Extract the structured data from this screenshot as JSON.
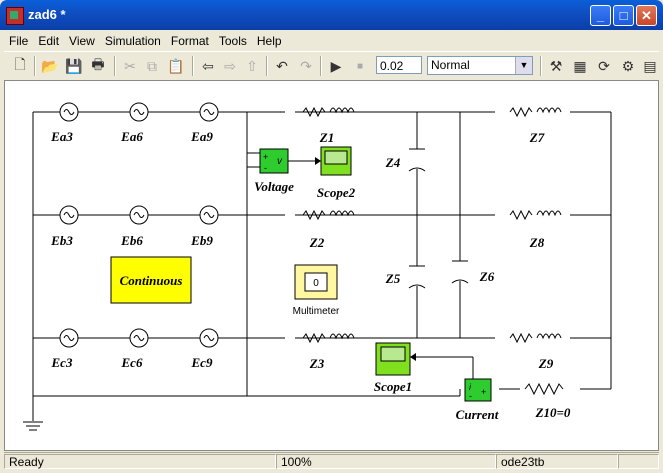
{
  "window": {
    "title": "zad6 *",
    "minimize": "_",
    "maximize": "□",
    "close": "✕"
  },
  "menu": [
    "File",
    "Edit",
    "View",
    "Simulation",
    "Format",
    "Tools",
    "Help"
  ],
  "toolbar": {
    "stop_time": "0.02",
    "sim_mode": "Normal"
  },
  "diagram": {
    "sources": [
      "Ea3",
      "Ea6",
      "Ea9",
      "Eb3",
      "Eb6",
      "Eb9",
      "Ec3",
      "Ec6",
      "Ec9"
    ],
    "impedances": [
      "Z1",
      "Z2",
      "Z3",
      "Z4",
      "Z5",
      "Z6",
      "Z7",
      "Z8",
      "Z9",
      "Z10=0"
    ],
    "voltage_label": "Voltage",
    "voltage_port": "v",
    "current_label": "Current",
    "current_port": "i",
    "scope2_label": "Scope2",
    "scope1_label": "Scope1",
    "continuous_label": "Continuous",
    "multimeter_label": "Multimeter",
    "multimeter_display": "0",
    "plus": "+",
    "minus": "-"
  },
  "status": {
    "state": "Ready",
    "zoom": "100%",
    "solver": "ode23tb"
  }
}
